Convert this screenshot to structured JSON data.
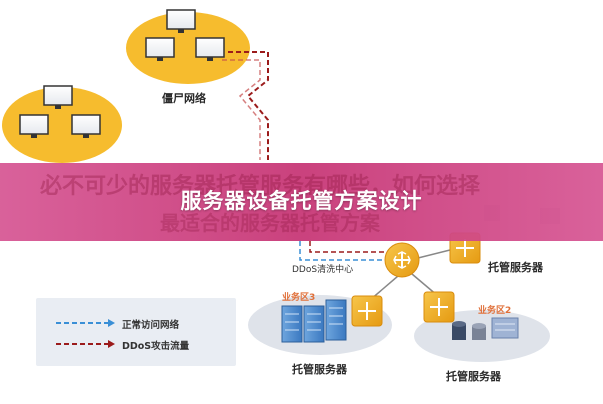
{
  "labels": {
    "botnet": "僵尸网络",
    "ddos_center": "DDoS清洗中心",
    "hosting_right": "托管服务器",
    "zone2": "业务区2",
    "zone3": "业务区3",
    "hosting_zone3": "托管服务器",
    "hosting_zone2": "托管服务器"
  },
  "banner": {
    "title": "服务器设备托管方案设计",
    "shadow_line1": "必不可少的服务器托管服务有哪些，如何选择",
    "shadow_line2": "最适合的服务器托管方案"
  },
  "legend": {
    "normal": "正常访问网络",
    "ddos": "DDoS攻击流量"
  },
  "colors": {
    "normal_line": "#3a8fd6",
    "ddos_line": "#9b1b1b",
    "cloud": "#f5b823",
    "zone_ellipse": "#dfe3ea",
    "banner": "#cc3f7f"
  }
}
